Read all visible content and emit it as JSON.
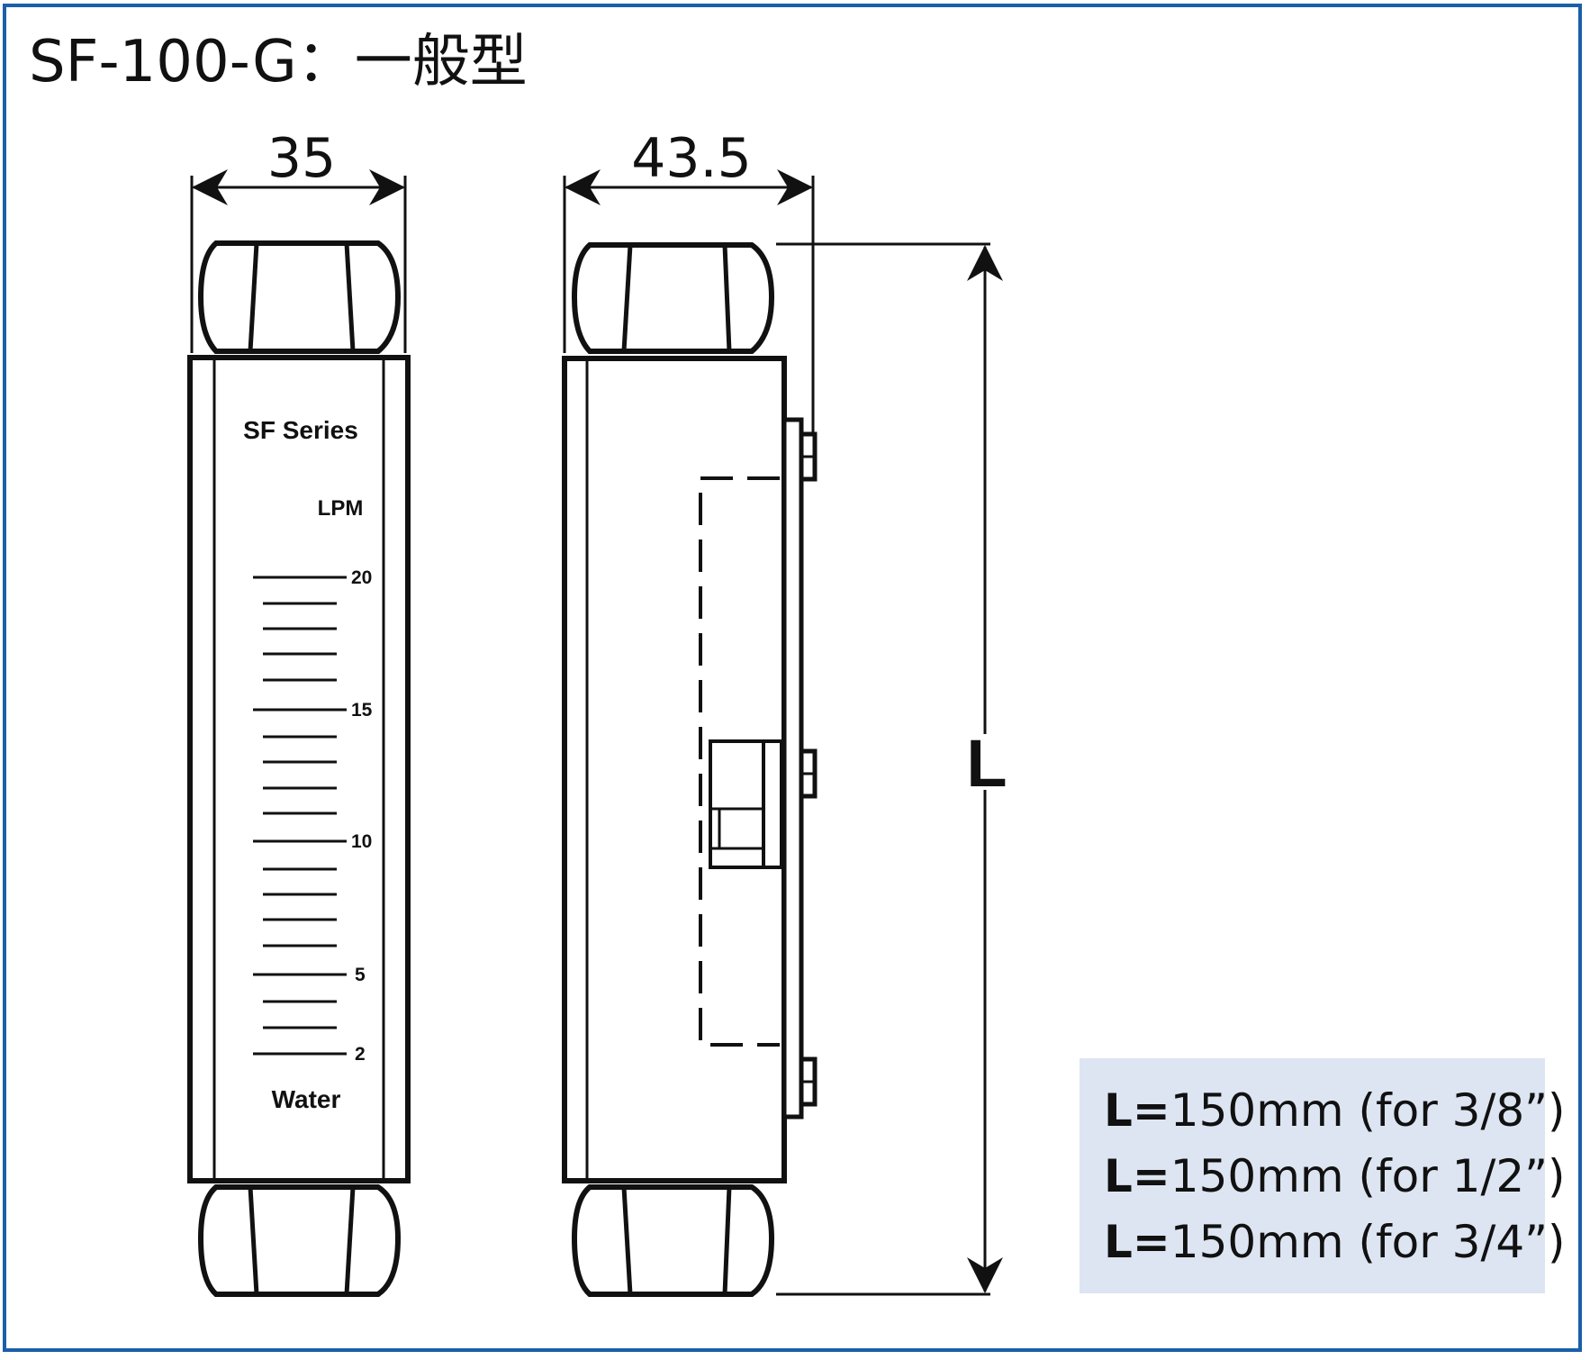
{
  "title": "SF-100-G：一般型",
  "dimensions": {
    "width_front": "35",
    "width_side": "43.5",
    "length_symbol": "L"
  },
  "front_face": {
    "series_label": "SF Series",
    "unit_label": "LPM",
    "medium_label": "Water",
    "scale_labels": [
      "20",
      "15",
      "10",
      "5",
      "2"
    ]
  },
  "spec_box": {
    "rows": [
      {
        "key": "L=",
        "value": "150mm (for 3/8”)"
      },
      {
        "key": "L=",
        "value": "150mm (for 1/2”)"
      },
      {
        "key": "L=",
        "value": "150mm (for 3/4”)"
      }
    ]
  },
  "colors": {
    "border": "#1a5fa8",
    "spec_box_bg": "#dde5f2",
    "line": "#111111"
  }
}
